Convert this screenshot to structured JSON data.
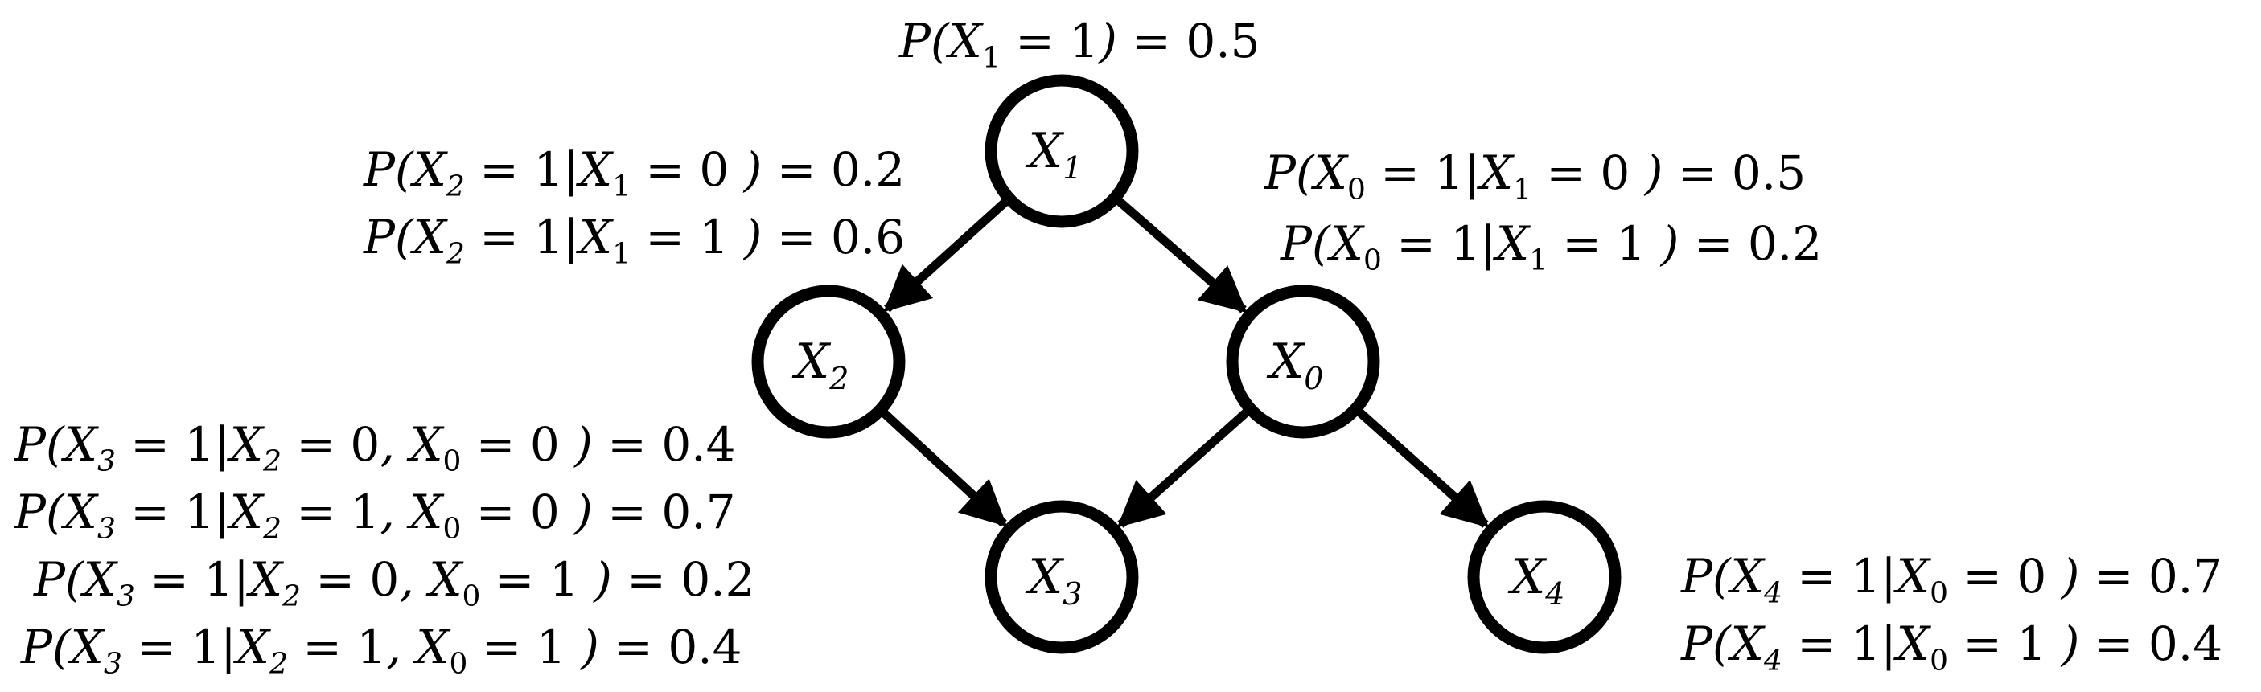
{
  "nodes": [
    {
      "id": "X1",
      "var": "X",
      "sub": "1"
    },
    {
      "id": "X2",
      "var": "X",
      "sub": "2"
    },
    {
      "id": "X0",
      "var": "X",
      "sub": "0"
    },
    {
      "id": "X3",
      "var": "X",
      "sub": "3"
    },
    {
      "id": "X4",
      "var": "X",
      "sub": "4"
    }
  ],
  "edges": [
    {
      "from": "X1",
      "to": "X2"
    },
    {
      "from": "X1",
      "to": "X0"
    },
    {
      "from": "X2",
      "to": "X3"
    },
    {
      "from": "X0",
      "to": "X3"
    },
    {
      "from": "X0",
      "to": "X4"
    }
  ],
  "cpts": {
    "x1": [
      {
        "cond": "",
        "lhs": "P(X1 = 1)",
        "value": "0.5"
      }
    ],
    "x2": [
      {
        "child": "X2",
        "given": "X1 = 0",
        "value": "0.2"
      },
      {
        "child": "X2",
        "given": "X1 = 1",
        "value": "0.6"
      }
    ],
    "x0": [
      {
        "child": "X0",
        "given": "X1 = 0",
        "value": "0.5"
      },
      {
        "child": "X0",
        "given": "X1 = 1",
        "value": "0.2"
      }
    ],
    "x3": [
      {
        "child": "X3",
        "given": "X2 = 0, X0 = 0",
        "value": "0.4"
      },
      {
        "child": "X3",
        "given": "X2 = 1, X0 = 0",
        "value": "0.7"
      },
      {
        "child": "X3",
        "given": "X2 = 0, X0 = 1",
        "value": "0.2"
      },
      {
        "child": "X3",
        "given": "X2 = 1, X0 = 1",
        "value": "0.4"
      }
    ],
    "x4": [
      {
        "child": "X4",
        "given": "X0 = 0",
        "value": "0.7"
      },
      {
        "child": "X4",
        "given": "X0 = 1",
        "value": "0.4"
      }
    ]
  }
}
